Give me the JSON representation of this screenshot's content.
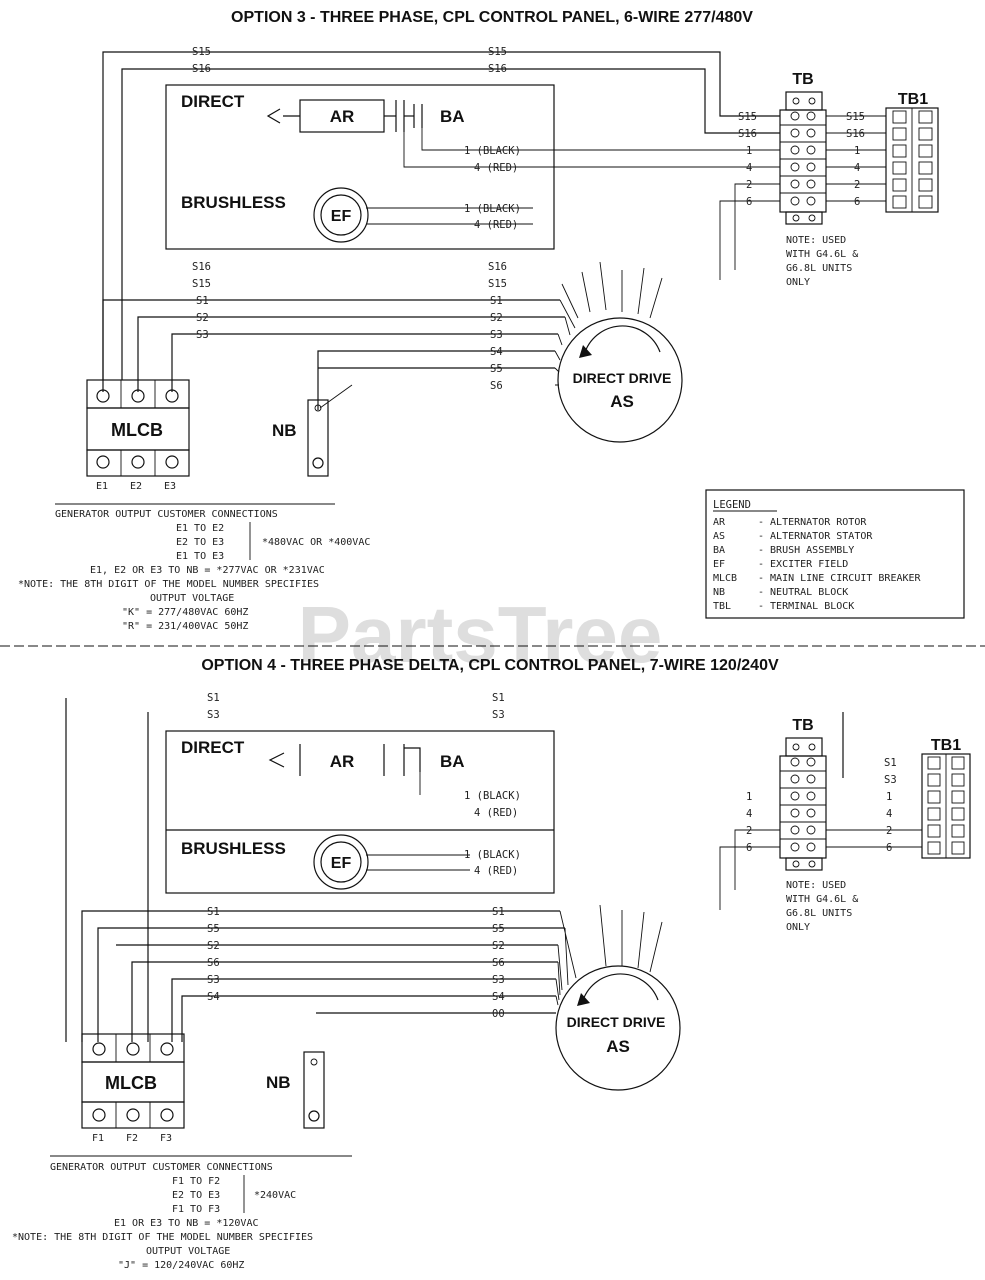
{
  "watermark": "PartsTree",
  "option3": {
    "title": "OPTION 3 - THREE PHASE, CPL CONTROL PANEL, 6-WIRE 277/480V",
    "direct": "DIRECT",
    "brushless": "BRUSHLESS",
    "ar": "AR",
    "ba": "BA",
    "ef": "EF",
    "black": "1 (BLACK)",
    "red": "4 (RED)",
    "drive": "DIRECT DRIVE",
    "as": "AS",
    "mlcb": "MLCB",
    "nb": "NB",
    "tb": "TB",
    "tb1": "TB1",
    "top_s15": "S15",
    "top_s16": "S16",
    "left_s16": "S16",
    "left_s15": "S15",
    "right_s16": "S16",
    "right_s15": "S15",
    "s1": "S1",
    "s2": "S2",
    "s3": "S3",
    "s4": "S4",
    "s5": "S5",
    "s6": "S6",
    "n1": "1",
    "n4": "4",
    "n2": "2",
    "n6": "6",
    "e1": "E1",
    "e2": "E2",
    "e3": "E3",
    "note": [
      "NOTE: USED",
      "WITH G4.6L &",
      "G6.8L UNITS",
      "ONLY"
    ],
    "conn": [
      "GENERATOR OUTPUT CUSTOMER CONNECTIONS",
      "E1 TO E2",
      "E2 TO E3",
      "E1 TO E3",
      "*480VAC OR *400VAC",
      "E1, E2 OR E3 TO NB = *277VAC OR *231VAC",
      "*NOTE: THE 8TH DIGIT OF THE MODEL NUMBER SPECIFIES",
      "OUTPUT VOLTAGE",
      "\"K\" = 277/480VAC 60HZ",
      "\"R\" = 231/400VAC 50HZ"
    ]
  },
  "legend": {
    "title": "LEGEND",
    "rows": [
      [
        "AR",
        "- ALTERNATOR ROTOR"
      ],
      [
        "AS",
        "- ALTERNATOR STATOR"
      ],
      [
        "BA",
        "- BRUSH ASSEMBLY"
      ],
      [
        "EF",
        "- EXCITER FIELD"
      ],
      [
        "MLCB",
        "- MAIN LINE CIRCUIT BREAKER"
      ],
      [
        "NB",
        "- NEUTRAL BLOCK"
      ],
      [
        "TBL",
        "- TERMINAL BLOCK"
      ]
    ]
  },
  "option4": {
    "title": "OPTION 4 - THREE PHASE DELTA, CPL CONTROL PANEL, 7-WIRE 120/240V",
    "direct": "DIRECT",
    "brushless": "BRUSHLESS",
    "ar": "AR",
    "ba": "BA",
    "ef": "EF",
    "black": "1 (BLACK)",
    "red": "4 (RED)",
    "drive": "DIRECT DRIVE",
    "as": "AS",
    "mlcb": "MLCB",
    "nb": "NB",
    "tb": "TB",
    "tb1": "TB1",
    "s1": "S1",
    "s2": "S2",
    "s3": "S3",
    "s4": "S4",
    "s5": "S5",
    "s6": "S6",
    "s00": "00",
    "n1": "1",
    "n4": "4",
    "n2": "2",
    "n6": "6",
    "f1": "F1",
    "f2": "F2",
    "f3": "F3",
    "note": [
      "NOTE: USED",
      "WITH G4.6L &",
      "G6.8L UNITS",
      "ONLY"
    ],
    "conn": [
      "GENERATOR OUTPUT CUSTOMER CONNECTIONS",
      "F1 TO F2",
      "E2 TO E3",
      "F1 TO F3",
      "*240VAC",
      "E1 OR E3 TO NB = *120VAC",
      "*NOTE: THE 8TH DIGIT OF THE MODEL NUMBER SPECIFIES",
      "OUTPUT VOLTAGE",
      "\"J\" = 120/240VAC 60HZ"
    ]
  }
}
